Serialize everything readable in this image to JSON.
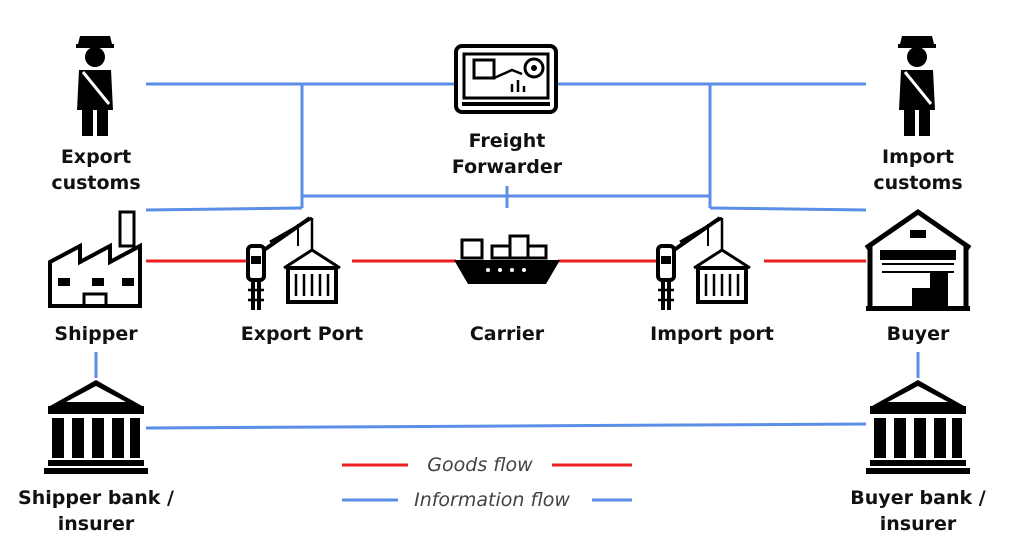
{
  "colors": {
    "goods": "#ee1c1c",
    "info": "#5b8ee6",
    "icon": "#000000",
    "text": "#111111"
  },
  "nodes": {
    "export_customs": {
      "line1": "Export",
      "line2": "customs",
      "icon": "customs-officer-icon"
    },
    "freight_forwarder": {
      "line1": "Freight",
      "line2": "Forwarder",
      "icon": "monitor-dashboard-icon"
    },
    "import_customs": {
      "line1": "Import",
      "line2": "customs",
      "icon": "customs-officer-icon"
    },
    "shipper": {
      "label": "Shipper",
      "icon": "factory-icon"
    },
    "export_port": {
      "label": "Export Port",
      "icon": "port-crane-icon"
    },
    "carrier": {
      "label": "Carrier",
      "icon": "cargo-ship-icon"
    },
    "import_port": {
      "label": "Import port",
      "icon": "port-crane-icon"
    },
    "buyer": {
      "label": "Buyer",
      "icon": "warehouse-icon"
    },
    "shipper_bank": {
      "line1": "Shipper bank /",
      "line2": "insurer",
      "icon": "bank-icon"
    },
    "buyer_bank": {
      "line1": "Buyer bank /",
      "line2": "insurer",
      "icon": "bank-icon"
    }
  },
  "legend": {
    "goods": "Goods flow",
    "info": "Information flow"
  }
}
